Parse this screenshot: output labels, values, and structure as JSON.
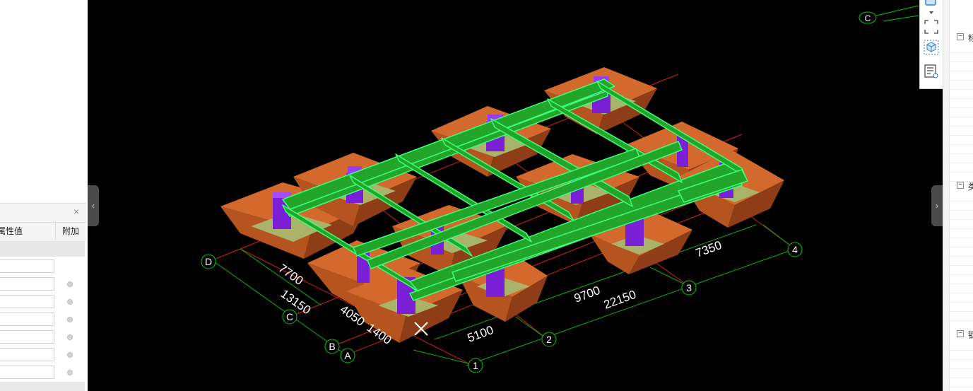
{
  "properties_panel": {
    "close_icon": "×",
    "col_value": "属性值",
    "col_extra": "附加"
  },
  "viewport": {
    "axes": {
      "letters": [
        "D",
        "C",
        "B",
        "A"
      ],
      "numbers": [
        "1",
        "2",
        "3",
        "4"
      ],
      "view_cube_label": "C"
    },
    "dims_vertical": [
      "7700",
      "13150",
      "4050",
      "1400"
    ],
    "dims_horizontal": [
      "5100",
      "9700",
      "22150",
      "7350"
    ],
    "colors": {
      "background": "#000000",
      "footing": "#c8602b",
      "column": "#7a1fd6",
      "beam": "#22b32a",
      "beam_edge": "#3dff7a",
      "axis": "#e02020",
      "grid_label": "#00c800"
    }
  },
  "toolbar": {
    "items": [
      "view-cube-icon",
      "dropdown-arrow-icon",
      "fullscreen-icon",
      "3d-view-icon",
      "properties-list-icon"
    ]
  },
  "right_panel": {
    "collapse_left": "‹",
    "collapse_right": "›",
    "tree_toggle_symbol": "−",
    "sections": [
      "标",
      "类",
      "钢"
    ]
  }
}
